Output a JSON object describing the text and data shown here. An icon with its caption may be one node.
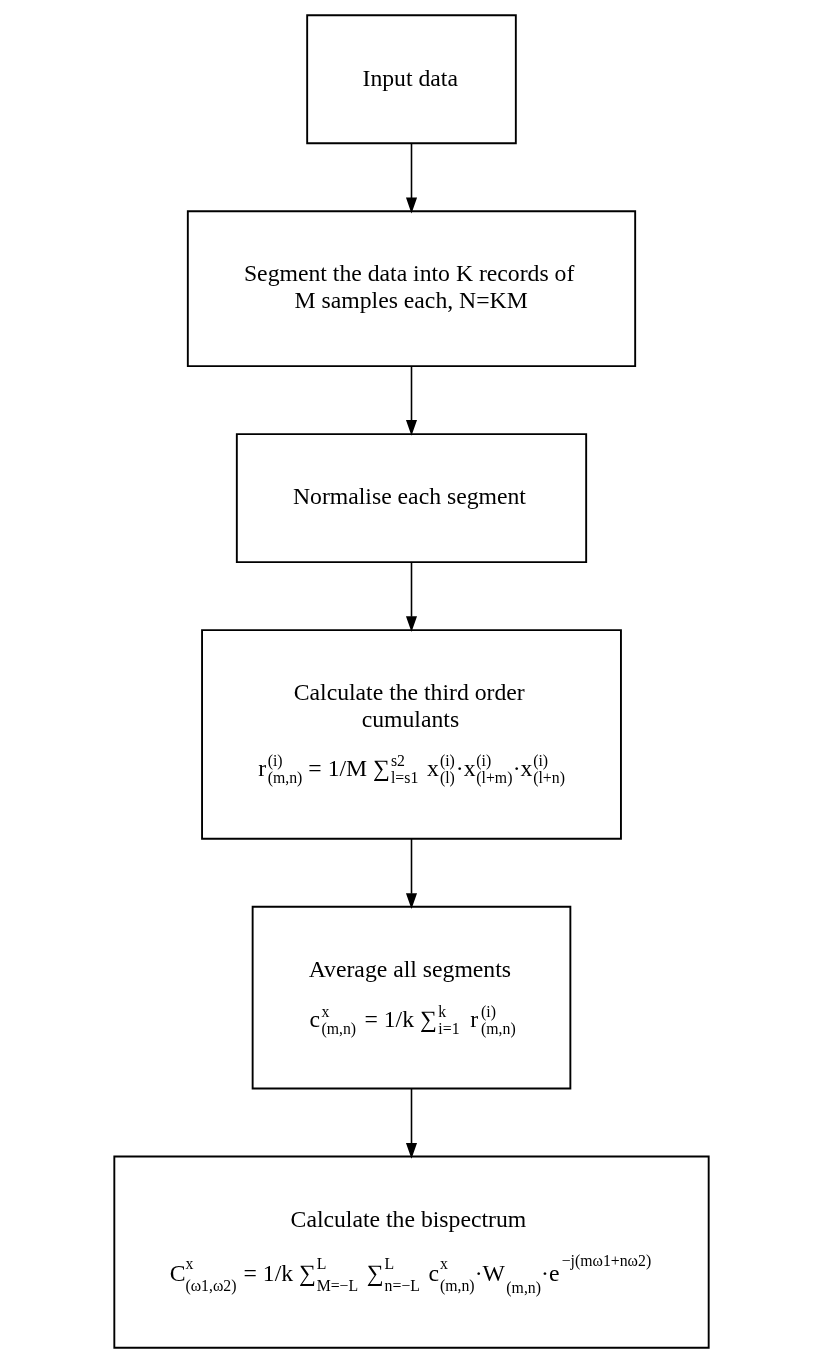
{
  "diagram": {
    "nodes": [
      {
        "text": [
          "Input data"
        ]
      },
      {
        "text": [
          "Segment the data into K records of M samples each, N=KM"
        ]
      },
      {
        "text": [
          "Normalise each segment"
        ]
      },
      {
        "text": [
          "Calculate the third order cumulants",
          "r$^{(i)}$$_{(m,n)}$ = 1/M ∑$^{s2}$$_{l=s1}$ x$^{(i)}$$_{(l)}$·x$^{(i)}$$_{(l+m)}$·x$^{(i)}$$_{(l+n)}$"
        ]
      },
      {
        "text": [
          "Average all segments",
          "c$^{x}$$_{(m,n)}$ = 1/k ∑$^{k}$$_{i=1}$ r$^{(i)}$$_{(m,n)}$"
        ]
      },
      {
        "text": [
          "Calculate the bispectrum",
          "C$^{x}$$_{(ω1,ω2)}$ = 1/k ∑$^{L}$$_{M=−L}$ ∑$^{L}$$_{n=−L}$ c$^{x}$$_{(m,n)}$·W$_{(m,n)}$·e$^{−j(mω1+nω2)}$"
        ]
      }
    ],
    "edges": [
      {
        "from": 0,
        "to": 1,
        "arrow": "to"
      },
      {
        "from": 1,
        "to": 2,
        "arrow": "to"
      },
      {
        "from": 2,
        "to": 3,
        "arrow": "to"
      },
      {
        "from": 3,
        "to": 4,
        "arrow": "to"
      },
      {
        "from": 4,
        "to": 5,
        "arrow": "to"
      }
    ]
  }
}
